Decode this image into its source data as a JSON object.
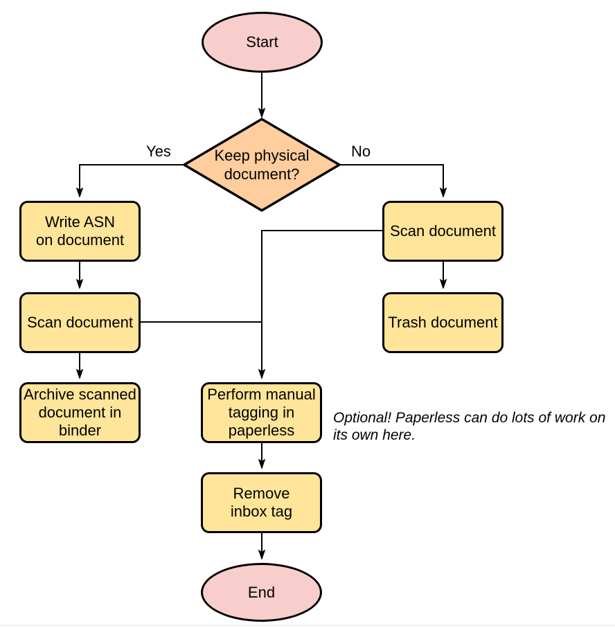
{
  "colors": {
    "terminator_fill": "#f8cecc",
    "decision_fill": "#ffcd9e",
    "process_fill": "#ffe599",
    "stroke": "#000000",
    "text": "#000000"
  },
  "nodes": {
    "start": {
      "type": "terminator",
      "label": "Start"
    },
    "decision": {
      "type": "decision",
      "label": "Keep physical\ndocument?"
    },
    "write_asn": {
      "type": "process",
      "label": "Write ASN\non document"
    },
    "scan_left": {
      "type": "process",
      "label": "Scan document"
    },
    "archive": {
      "type": "process",
      "label": "Archive scanned\ndocument in\nbinder"
    },
    "scan_right": {
      "type": "process",
      "label": "Scan document"
    },
    "trash": {
      "type": "process",
      "label": "Trash document"
    },
    "tagging": {
      "type": "process",
      "label": "Perform manual\ntagging in\npaperless"
    },
    "remove_inbox": {
      "type": "process",
      "label": "Remove\ninbox tag"
    },
    "end": {
      "type": "terminator",
      "label": "End"
    }
  },
  "edge_labels": {
    "yes": "Yes",
    "no": "No"
  },
  "note": {
    "text": "Optional! Paperless can do lots of work on\nits own here."
  }
}
